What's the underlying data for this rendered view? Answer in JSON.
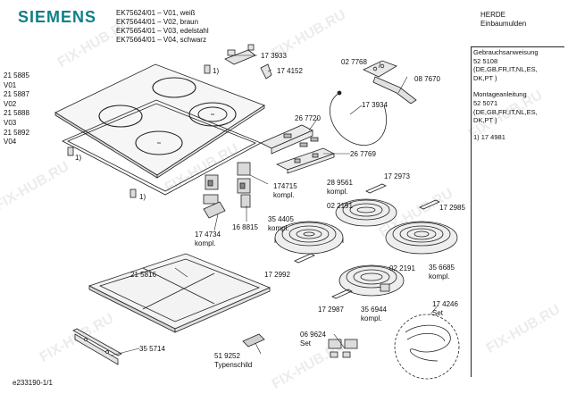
{
  "brand": "SIEMENS",
  "models": [
    "EK75624/01 – V01, weiß",
    "EK75644/01 – V02, braun",
    "EK75654/01 – V03, edelstahl",
    "EK75664/01 – V04, schwarz"
  ],
  "category": {
    "line1": "HERDE",
    "line2": "Einbaumulden"
  },
  "side_notes": [
    {
      "line1": "Gebrauchsanweisung",
      "line2": "52 5108",
      "line3": "(DE,GB,FR,IT,NL,ES,",
      "line4": "DK,PT )"
    },
    {
      "line1": "Montageanleitung",
      "line2": "52 5071",
      "line3": "(DE,GB,FR,IT,NL,ES,",
      "line4": "DK,PT )"
    },
    {
      "line1": "1) 17 4981"
    }
  ],
  "variant_list": [
    "21 5885",
    "V01",
    "21 5887",
    "V02",
    "21 5888",
    "V03",
    "21 5892",
    "V04"
  ],
  "part_labels": {
    "p173933": "17 3933",
    "p174152": "17 4152",
    "p027768": "02 7768",
    "p087670": "08 7670",
    "p173934": "17 3934",
    "p267720": "26 7720",
    "p267769": "26 7769",
    "p174715": "174715",
    "kompl1": "kompl.",
    "p289561": "28 9561",
    "kompl2": "kompl.",
    "p172973": "17 2973",
    "p022191a": "02 2191",
    "p354405": "35 4405",
    "kompl3": "kompl.",
    "p172985": "17 2985",
    "p174734": "17 4734",
    "kompl4": "kompl.",
    "p168815": "16 8815",
    "p215816": "21 5816",
    "p172992": "17 2992",
    "p022191b": "02 2191",
    "p356685": "35 6685",
    "kompl5": "kompl.",
    "p172987": "17 2987",
    "p356944": "35 6944",
    "kompl6": "kompl.",
    "p174246": "17 4246",
    "set1": "Set",
    "p069624": "06 9624",
    "set2": "Set",
    "p519252": "51 9252",
    "typenschild": "Typenschild",
    "p355714": "35 5714",
    "note1a": "1)",
    "note1b": "1)",
    "note1c": "1)"
  },
  "footer": "e233190-1/1",
  "watermark": "FIX-HUB.RU",
  "colors": {
    "brand": "#0e7f87",
    "line": "#222222",
    "fill_light": "#f2f2f2",
    "fill_mid": "#d8d8d8"
  }
}
